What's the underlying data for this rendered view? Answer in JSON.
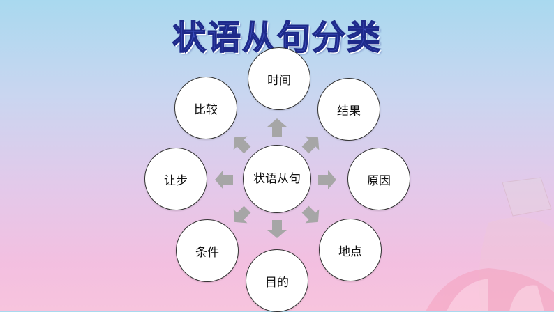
{
  "title": "状语从句分类",
  "center": {
    "label": "状语从句"
  },
  "nodes": {
    "time": "时间",
    "result": "结果",
    "reason": "原因",
    "place": "地点",
    "purpose": "目的",
    "condition": "条件",
    "concession": "让步",
    "comparison": "比较"
  },
  "colors": {
    "title": "#3f4fbf",
    "arrow": "#a6a6a6",
    "node_fill": "#ffffff",
    "node_border": "#333333"
  }
}
